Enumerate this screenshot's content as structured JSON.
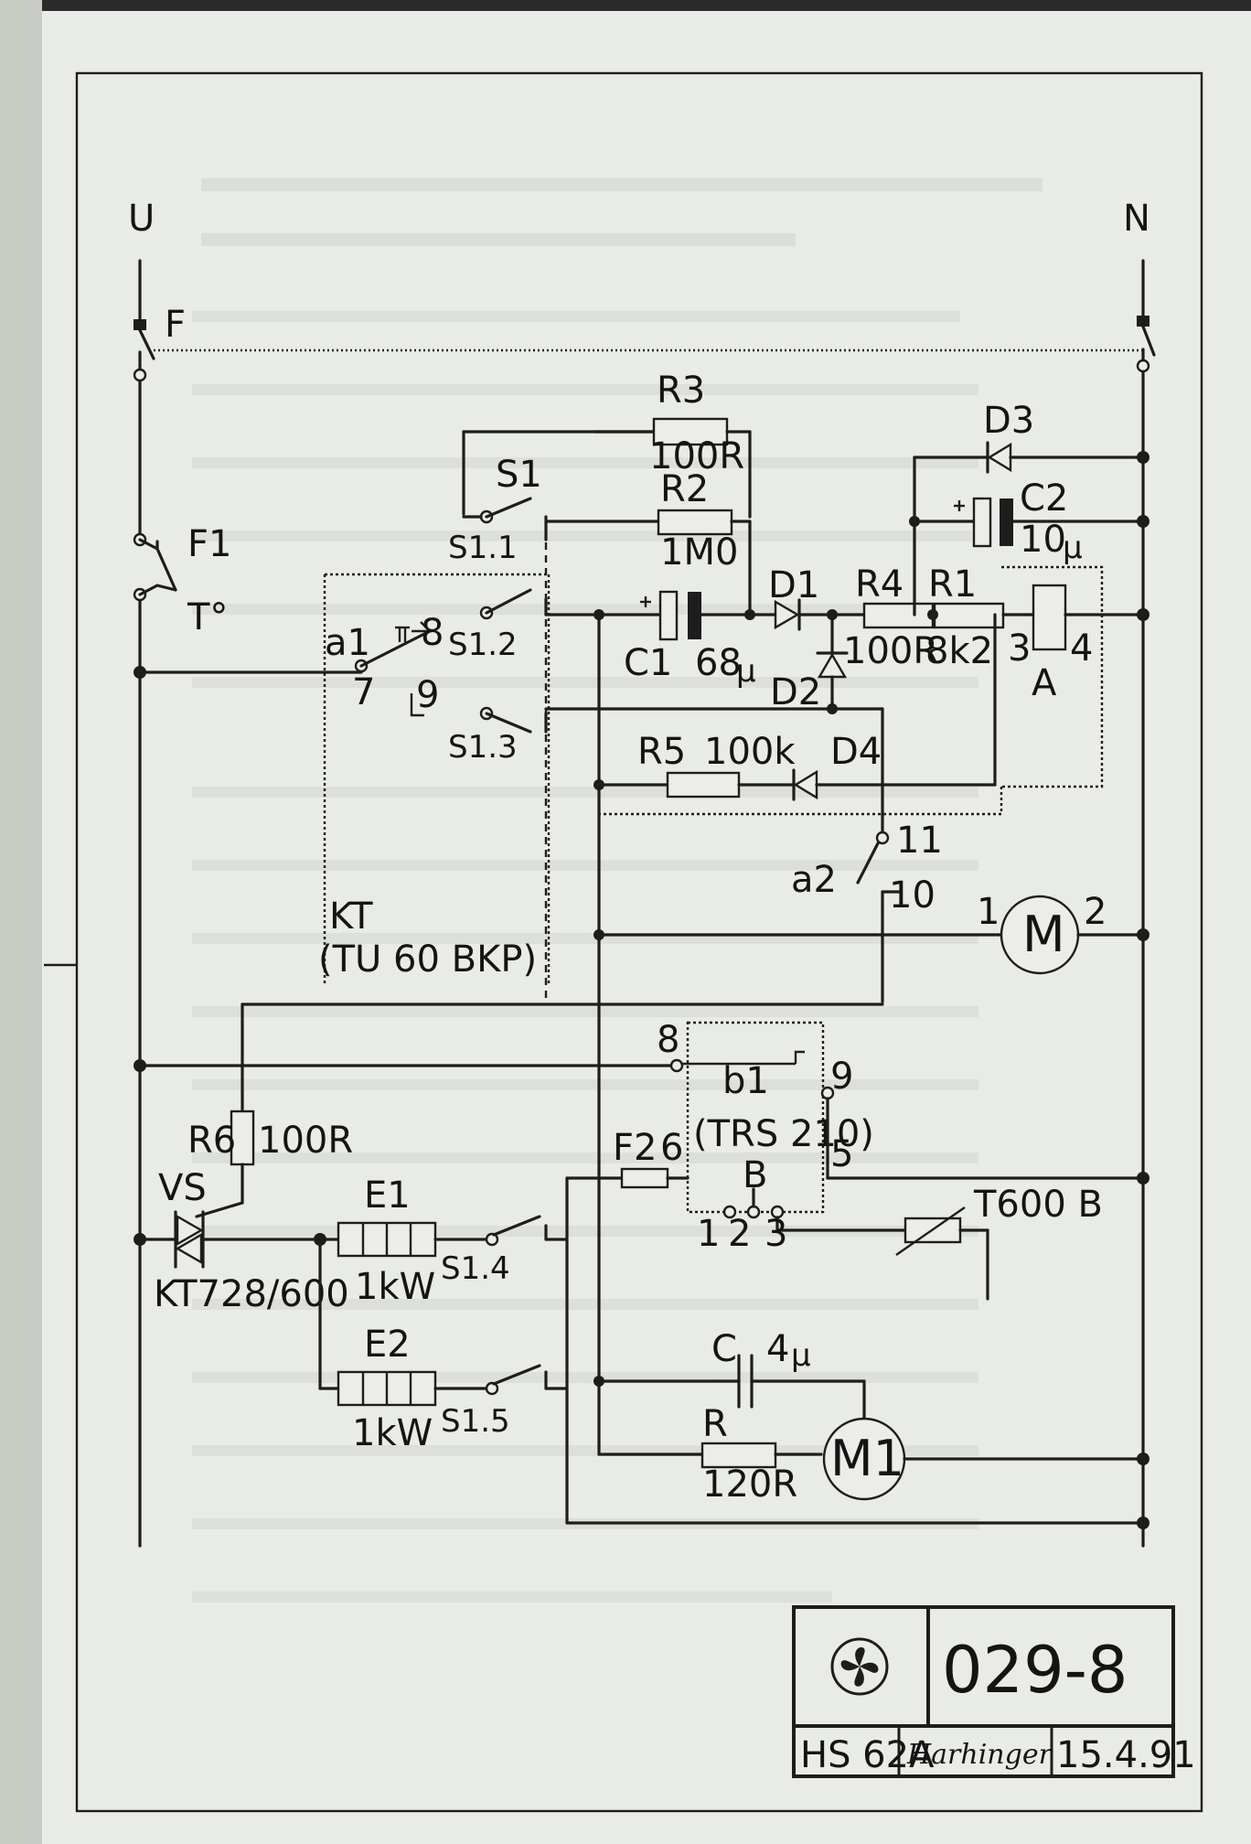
{
  "supply": {
    "line": "U",
    "neutral": "N"
  },
  "protection": {
    "fuse_main": "F",
    "thermal_fuse": "F1",
    "thermal_symbol": "T°"
  },
  "thermostat": {
    "name": "KT",
    "model": "(TU 60 BKP)",
    "contact_a1": "a1",
    "pin_8": "8",
    "pin_7": "7",
    "pin_9": "9"
  },
  "switch_S1": {
    "name": "S1",
    "sections": [
      "S1.1",
      "S1.2",
      "S1.3",
      "S1.4",
      "S1.5"
    ]
  },
  "components": {
    "R3": {
      "name": "R3",
      "value": "100R"
    },
    "R2": {
      "name": "R2",
      "value": "1M0"
    },
    "R4": {
      "name": "R4",
      "value": "100R"
    },
    "R1": {
      "name": "R1",
      "value": "8k2"
    },
    "R5": {
      "name": "R5",
      "value": "100k"
    },
    "R6": {
      "name": "R6",
      "value": "100R"
    },
    "R": {
      "name": "R",
      "value": "120R"
    },
    "C1": {
      "name": "C1",
      "value": "68",
      "unit": "μ"
    },
    "C2": {
      "name": "C2",
      "value": "10",
      "unit": "μ"
    },
    "C": {
      "name": "C",
      "value": "4",
      "unit": "μ"
    },
    "D1": "D1",
    "D2": "D2",
    "D3": "D3",
    "D4": "D4",
    "relay_A": {
      "name": "A",
      "pin_3": "3",
      "pin_4": "4"
    },
    "a2": {
      "name": "a2",
      "pin_11": "11",
      "pin_10": "10"
    },
    "motor_M": {
      "name": "M",
      "pin_1": "1",
      "pin_2": "2"
    },
    "motor_M1": {
      "name": "M1"
    },
    "E1": {
      "name": "E1",
      "power": "1kW"
    },
    "E2": {
      "name": "E2",
      "power": "1kW"
    },
    "timer": {
      "model": "(TRS 210)",
      "contact_b1": "b1",
      "contact_B": "B",
      "pin_8": "8",
      "pin_9": "9",
      "pin_6": "6",
      "pin_5": "5",
      "pin_1": "1",
      "pin_2": "2",
      "pin_3": "3"
    },
    "F2": "F2",
    "T600B": "T600 B",
    "VS": {
      "name": "VS",
      "model": "KT728/600"
    }
  },
  "title_block": {
    "drawing_number": "029-8",
    "model": "HS 62A",
    "signature": "Harhinger",
    "date": "15.4.91"
  },
  "colors": {
    "paper": "#e9ebe6",
    "ink": "#1d1d1d",
    "faint_text": "#8d9088"
  }
}
